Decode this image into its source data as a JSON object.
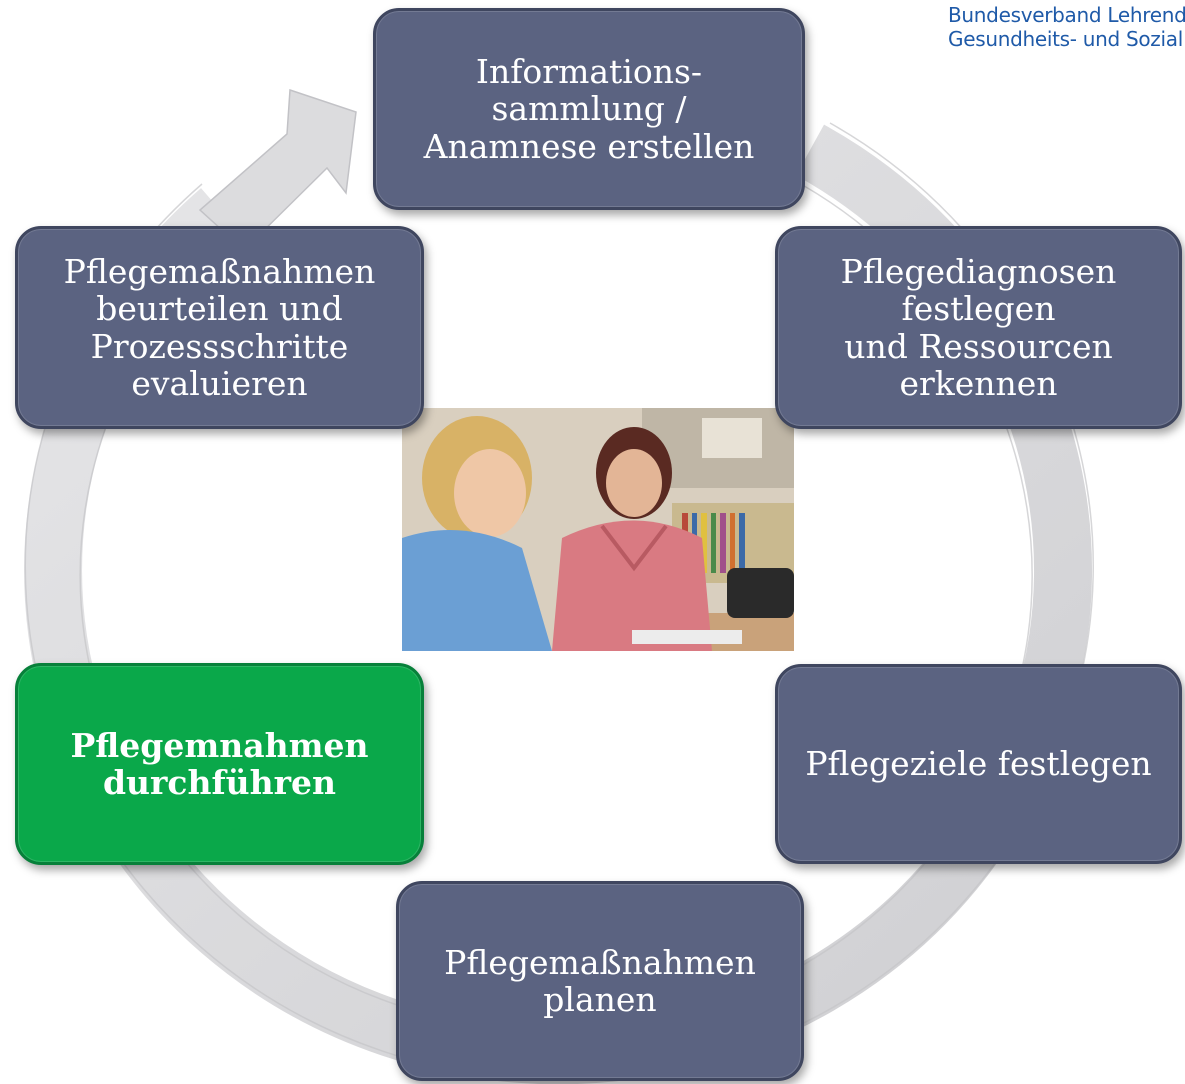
{
  "logo": {
    "line1": "Bundesverband Lehrende",
    "line2": "Gesundheits- und Sozial"
  },
  "steps": [
    {
      "label": "Informations-\nsammlung /\nAnamnese erstellen",
      "color": "#5b6381",
      "highlighted": false
    },
    {
      "label": "Pflegediagnosen\nfestlegen\nund  Ressourcen\nerkennen",
      "color": "#5b6381",
      "highlighted": false
    },
    {
      "label": "Pflegeziele festlegen",
      "color": "#5b6381",
      "highlighted": false
    },
    {
      "label": "Pflegemaßnahmen\nplanen",
      "color": "#5b6381",
      "highlighted": false
    },
    {
      "label": "Pflegemnahmen\ndurchführen",
      "color": "#0aa84a",
      "highlighted": true
    },
    {
      "label": "Pflegemaßnahmen\nbeurteilen und\nProzessschritte\nevaluieren",
      "color": "#5b6381",
      "highlighted": false
    }
  ],
  "ring_color": "#d9d9db"
}
